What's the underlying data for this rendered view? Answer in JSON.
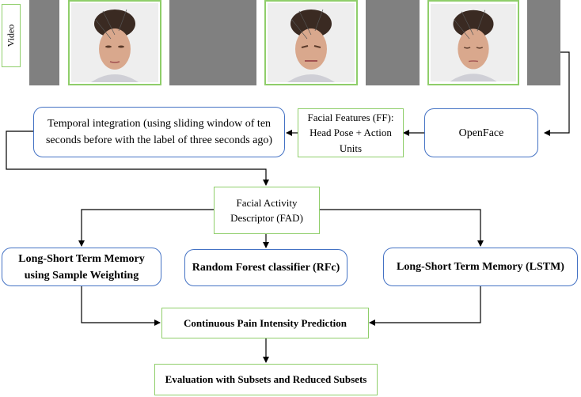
{
  "video_label": "Video",
  "nodes": {
    "openface": "OpenFace",
    "facial_features": "Facial Features (FF): Head Pose + Action Units",
    "temporal_integration": "Temporal integration (using sliding window of ten seconds before with the label of three seconds ago)",
    "fad": "Facial Activity Descriptor (FAD)",
    "lstm_weighting": "Long-Short Term Memory using Sample Weighting",
    "rfc": "Random Forest classifier (RFc)",
    "lstm": "Long-Short Term Memory (LSTM)",
    "prediction": "Continuous Pain Intensity Prediction",
    "evaluation": "Evaluation with Subsets and Reduced Subsets"
  },
  "colors": {
    "green_border": "#8fce6a",
    "blue_border": "#4472c4",
    "gray_frame": "#808080",
    "arrow": "#000000"
  }
}
